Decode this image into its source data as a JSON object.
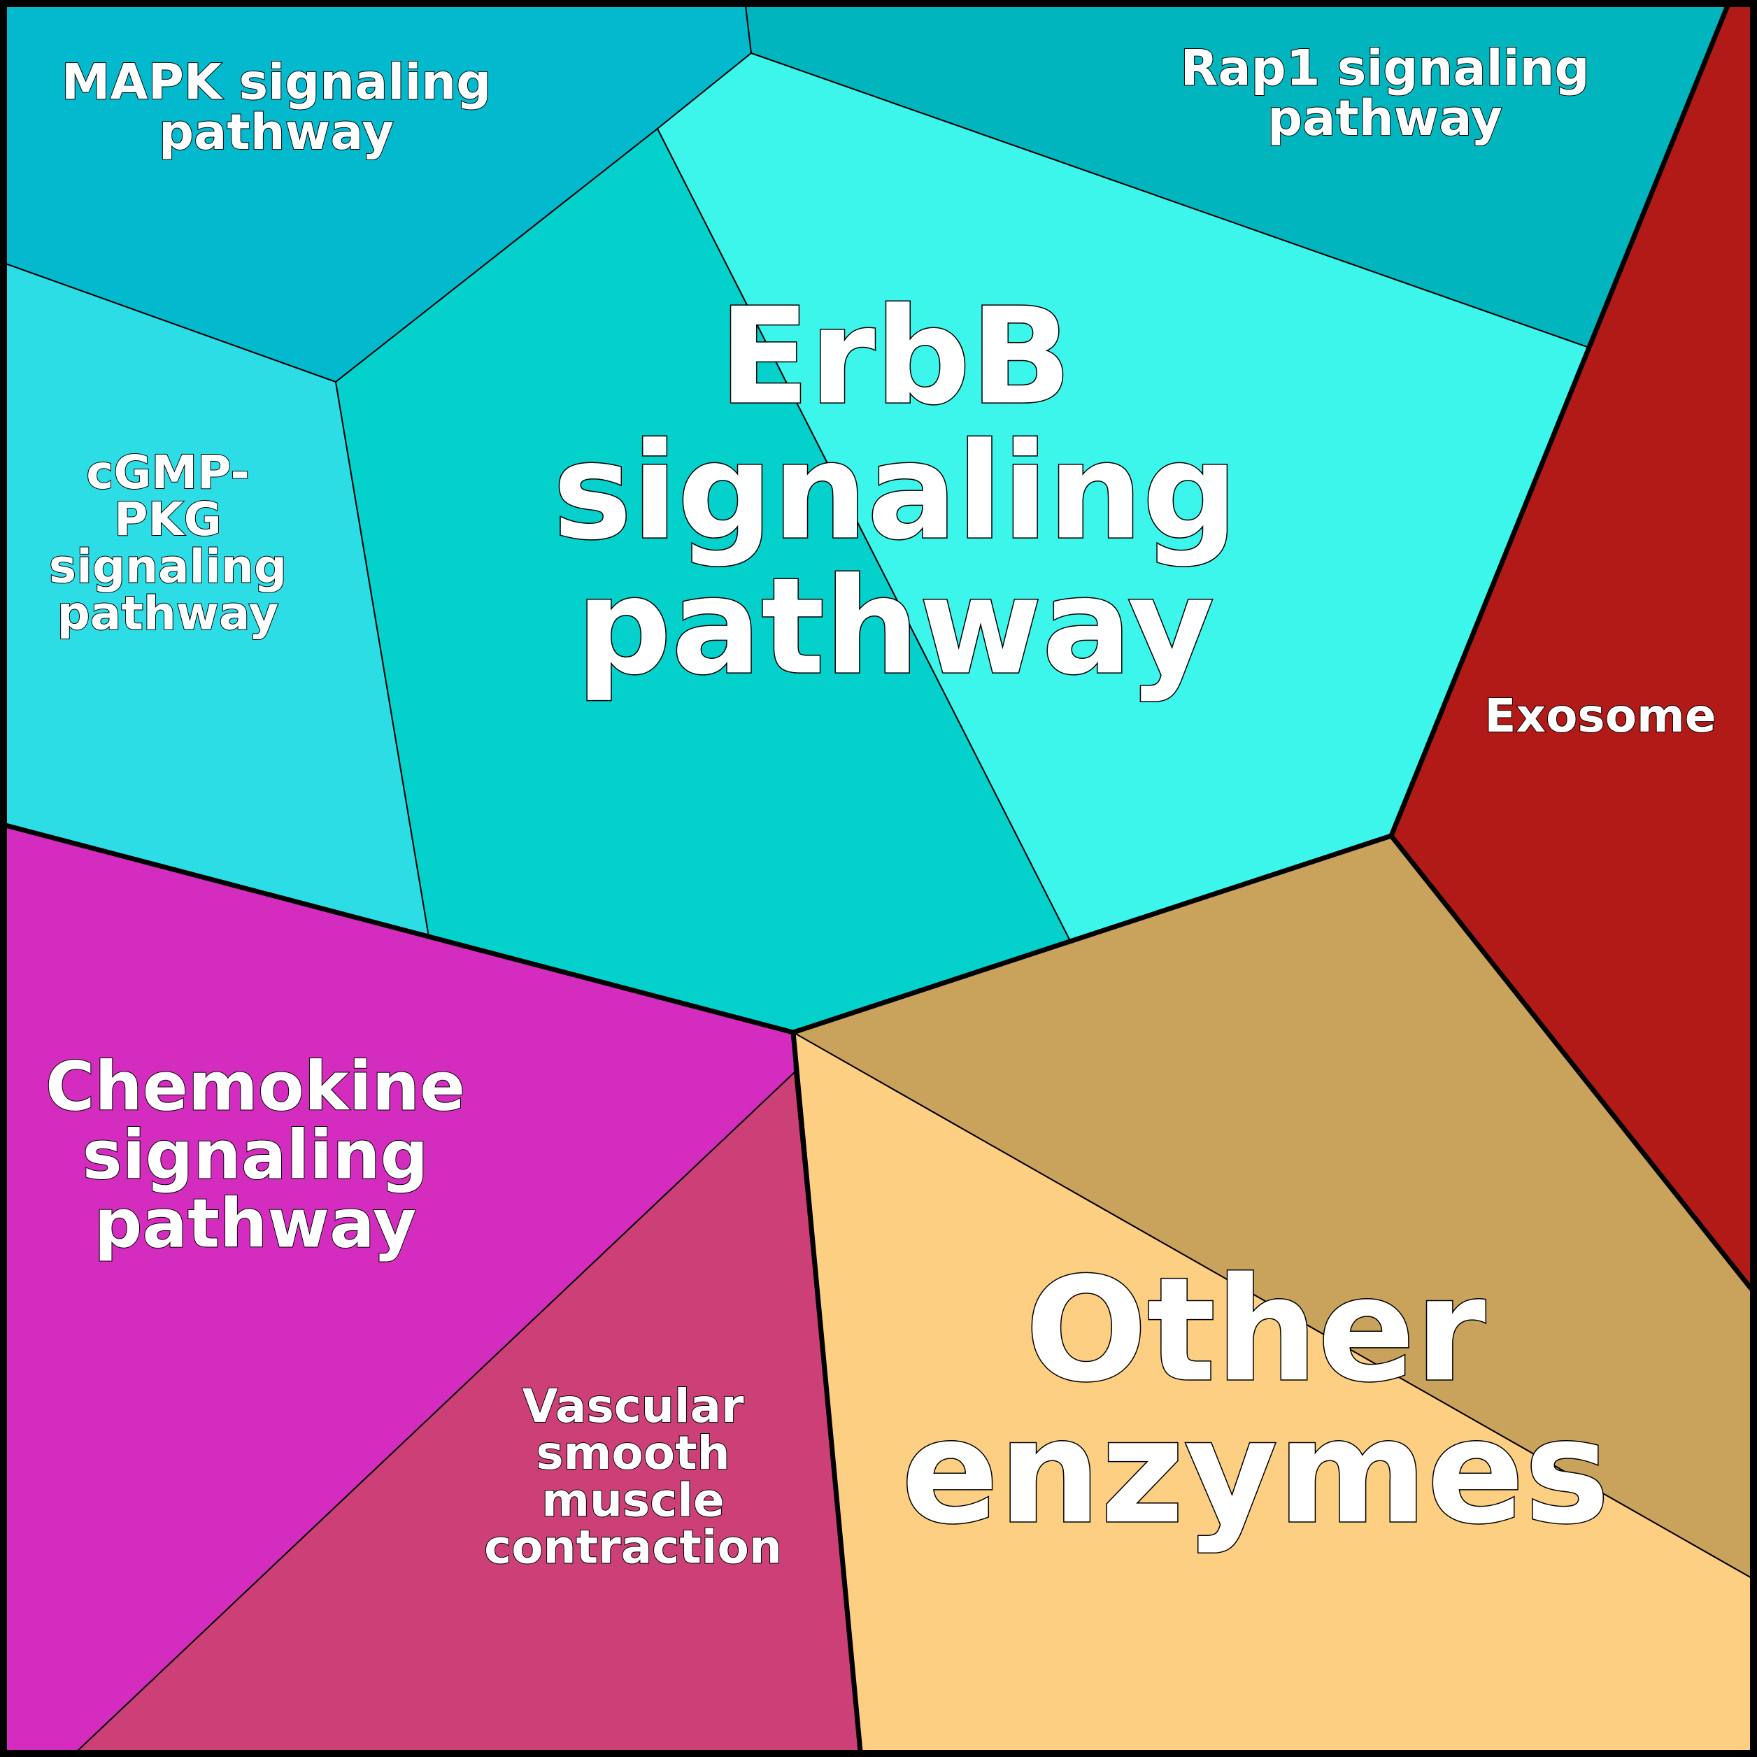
{
  "diagram": {
    "type": "voronoi-treemap",
    "groups": [
      {
        "name": "ErbB signaling pathway",
        "cells": [
          {
            "id": "mapk",
            "label": "MAPK signaling pathway",
            "lines": [
              "MAPK signaling",
              "pathway"
            ],
            "color": "#02B9CE"
          },
          {
            "id": "rap1",
            "label": "Rap1 signaling pathway",
            "lines": [
              "Rap1 signaling",
              "pathway"
            ],
            "color": "#00B5BD"
          },
          {
            "id": "cgmp",
            "label": "cGMP-PKG signaling pathway",
            "lines": [
              "cGMP-",
              "PKG",
              "signaling",
              "pathway"
            ],
            "color": "#2CDDE6"
          },
          {
            "id": "erbb-a",
            "label": "ErbB signaling pathway",
            "lines": [],
            "color": "#04D0CC"
          },
          {
            "id": "erbb-b",
            "label": "ErbB signaling pathway",
            "lines": [],
            "color": "#3CF6EB"
          }
        ],
        "group_label_lines": [
          "ErbB",
          "signaling",
          "pathway"
        ]
      },
      {
        "name": "Exosome",
        "cells": [
          {
            "id": "exosome",
            "label": "Exosome",
            "lines": [
              "Exosome"
            ],
            "color": "#B21A17"
          }
        ]
      },
      {
        "name": "Other enzymes",
        "cells": [
          {
            "id": "enz-a",
            "label": "Other enzymes",
            "lines": [],
            "color": "#C9A25C"
          },
          {
            "id": "enz-b",
            "label": "Other enzymes",
            "lines": [],
            "color": "#FDCF82"
          }
        ],
        "group_label_lines": [
          "Other",
          "enzymes"
        ]
      },
      {
        "name": "Chemokine signaling pathway",
        "cells": [
          {
            "id": "chemokine",
            "label": "Chemokine signaling pathway",
            "lines": [
              "Chemokine",
              "signaling",
              "pathway"
            ],
            "color": "#D32CBE"
          },
          {
            "id": "vascular",
            "label": "Vascular smooth muscle contraction",
            "lines": [
              "Vascular",
              "smooth",
              "muscle",
              "contraction"
            ],
            "color": "#CD3F77"
          }
        ],
        "group_label_lines": []
      }
    ],
    "border_color": "#000000",
    "label_color": "#FFFFFF"
  }
}
